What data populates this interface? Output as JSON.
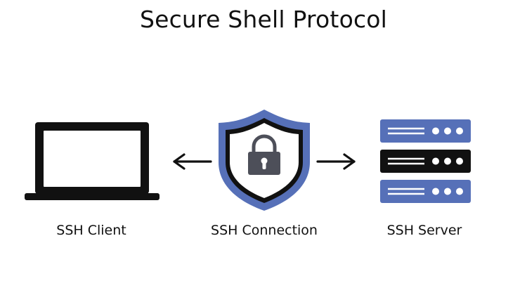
{
  "title": "Secure Shell Protocol",
  "nodes": [
    {
      "id": "client",
      "label": "SSH Client",
      "icon": "laptop-icon"
    },
    {
      "id": "connection",
      "label": "SSH Connection",
      "icon": "shield-lock-icon"
    },
    {
      "id": "server",
      "label": "SSH Server",
      "icon": "server-rack-icon"
    }
  ],
  "edges": [
    {
      "from": "connection",
      "to": "client",
      "icon": "arrow-left-icon"
    },
    {
      "from": "connection",
      "to": "server",
      "icon": "arrow-right-icon"
    }
  ],
  "colors": {
    "text": "#111111",
    "outline": "#111111",
    "shield_blue": "#5670b8",
    "shield_inner": "#ffffff",
    "lock_gray": "#4d4f59",
    "server_blue": "#5670b8",
    "server_dark": "#111111",
    "background": "#ffffff"
  }
}
